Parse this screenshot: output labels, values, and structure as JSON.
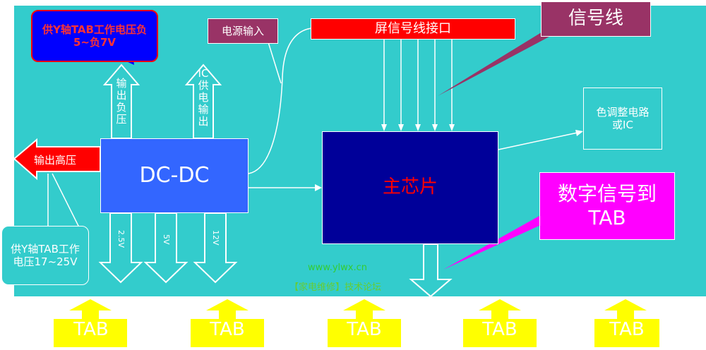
{
  "labels": {
    "neg_voltage_note": "供Y轴TAB工作电压负5~负7V",
    "power_input": "电源输入",
    "screen_interface": "屏信号线接口",
    "signal_line": "信号线",
    "output_negative": "输出负压",
    "ic_supply_output": "IC供电输出",
    "output_high": "输出高压",
    "dcdc": "DC-DC",
    "main_chip": "主芯片",
    "color_ic": "色调整电路或IC",
    "digital_to_tab": "数字信号到TAB",
    "y_tab_supply": "供Y轴TAB工作电压17~25V",
    "v25": "2.5V",
    "v5": "5V",
    "v12": "12V",
    "watermark_url": "www.ylwx.cn",
    "watermark_name": "【家电维修】技术论坛"
  },
  "tabs": [
    "TAB",
    "TAB",
    "TAB",
    "TAB",
    "TAB"
  ],
  "colors": {
    "board": "#33cccc",
    "callout": "#993366",
    "red": "#ff0000",
    "dcdc": "#3366ff",
    "chip": "#000099",
    "magenta": "#ff00ff",
    "tab": "#ffff00",
    "note_blue": "#0000ff"
  }
}
